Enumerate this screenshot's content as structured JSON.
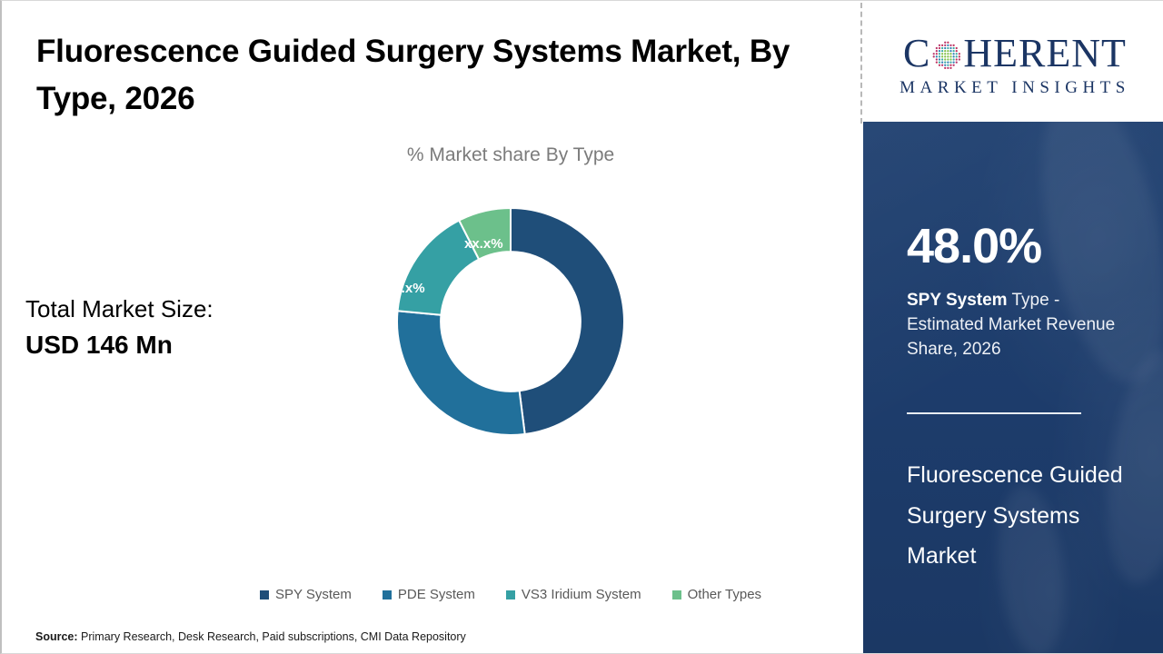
{
  "page": {
    "title": "Fluorescence Guided Surgery Systems Market, By Type, 2026",
    "total_market_label": "Total Market Size:",
    "total_market_value": "USD 146 Mn",
    "source_label": "Source:",
    "source_text": "Primary Research, Desk Research, Paid subscriptions, CMI Data Repository"
  },
  "logo": {
    "word_c": "C",
    "globe_icon": "dotted-globe-icon",
    "word_herent": "HERENT",
    "subtitle": "MARKET INSIGHTS",
    "color": "#1b3564"
  },
  "panel": {
    "headline_percent": "48.0%",
    "caption_bold": "SPY System",
    "caption_rest": " Type - Estimated Market Revenue Share, 2026",
    "market_name": "Fluorescence Guided Surgery Systems Market",
    "background_color": "#1d3c6b",
    "rule_color": "#e8edf4"
  },
  "chart_data": {
    "type": "pie",
    "variant": "donut",
    "title": "% Market share By Type",
    "subtitle": "% Market share By Type",
    "xlabel": "",
    "ylabel": "",
    "legend_position": "bottom",
    "grid": false,
    "start_angle_deg": 0,
    "direction": "clockwise",
    "inner_radius_ratio": 0.615,
    "categories": [
      "SPY System",
      "PDE System",
      "VS3 Iridium System",
      "Other Types"
    ],
    "values": [
      48.0,
      28.5,
      16.0,
      7.5
    ],
    "labels": [
      "48.0%",
      "xx.x%",
      "xx.x%",
      "xx.x%"
    ],
    "colors": [
      "#1f4e79",
      "#21709b",
      "#35a0a4",
      "#6cc08b"
    ],
    "legend": [
      {
        "label": "SPY System",
        "color": "#1f4e79"
      },
      {
        "label": "PDE System",
        "color": "#21709b"
      },
      {
        "label": "VS3 Iridium System",
        "color": "#35a0a4"
      },
      {
        "label": "Other Types",
        "color": "#6cc08b"
      }
    ]
  }
}
